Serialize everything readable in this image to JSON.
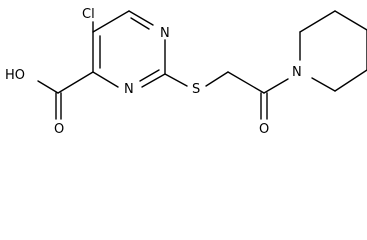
{
  "molecule": {
    "atoms": {
      "cl": "Cl",
      "n_top": "N",
      "n_bottom": "N",
      "s": "S",
      "n_pip": "N",
      "ho": "HO",
      "o_acid": "O",
      "o_amide": "O"
    }
  },
  "colors": {
    "ink": "#000000",
    "background": "#ffffff"
  }
}
